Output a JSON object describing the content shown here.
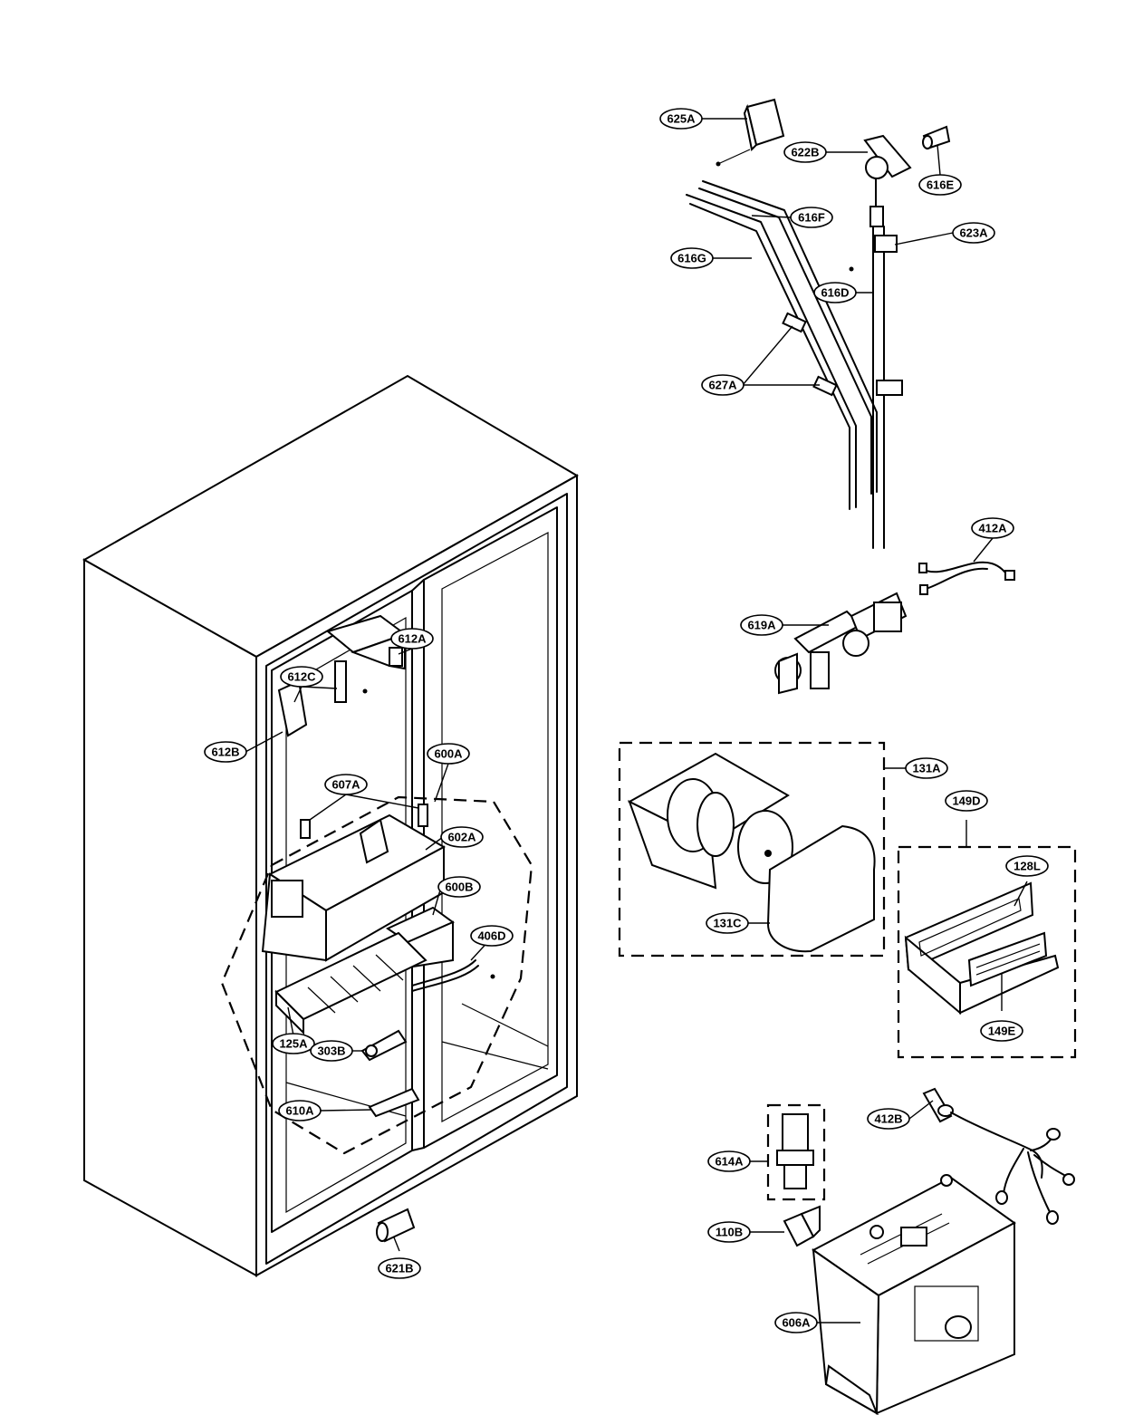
{
  "callouts": {
    "c625A": "625A",
    "c622B": "622B",
    "c616E": "616E",
    "c616F": "616F",
    "c623A": "623A",
    "c616G": "616G",
    "c616D": "616D",
    "c627A": "627A",
    "c412A": "412A",
    "c619A": "619A",
    "c612A": "612A",
    "c612C": "612C",
    "c612B": "612B",
    "c600A": "600A",
    "c607A": "607A",
    "c602A": "602A",
    "c600B": "600B",
    "c406D": "406D",
    "c125A": "125A",
    "c303B": "303B",
    "c610A": "610A",
    "c621B": "621B",
    "c131A": "131A",
    "c131C": "131C",
    "c149D": "149D",
    "c128L": "128L",
    "c149E": "149E",
    "c412B": "412B",
    "c614A": "614A",
    "c110B": "110B",
    "c606A": "606A"
  }
}
